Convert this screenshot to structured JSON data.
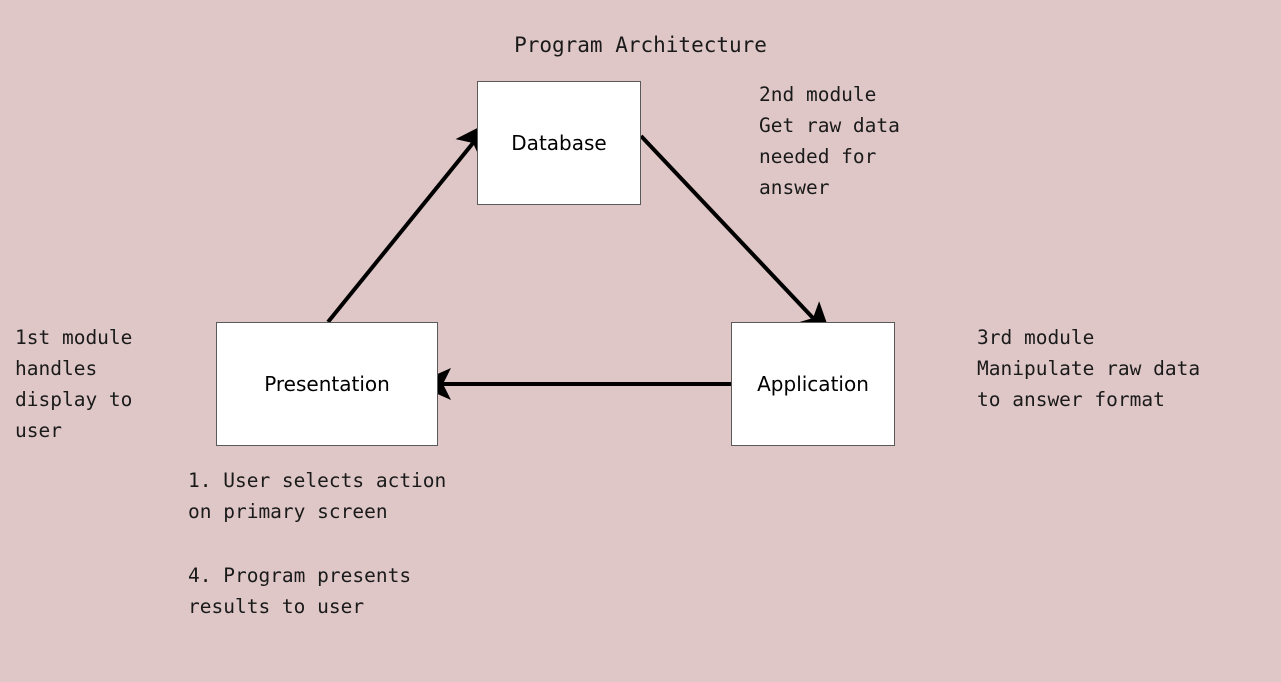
{
  "diagram": {
    "title": "Program Architecture",
    "background_color": "#dfc7c7",
    "node_fill": "#ffffff",
    "node_border": "#5a5a5a",
    "arrow_color": "#000000",
    "nodes": [
      {
        "id": "database",
        "label": "Database"
      },
      {
        "id": "presentation",
        "label": "Presentation"
      },
      {
        "id": "application",
        "label": "Application"
      }
    ],
    "edges": [
      {
        "id": "presentation-to-database",
        "from": "presentation",
        "to": "database"
      },
      {
        "id": "database-to-application",
        "from": "database",
        "to": "application"
      },
      {
        "id": "application-to-presentation",
        "from": "application",
        "to": "presentation"
      }
    ],
    "notes": {
      "module1": "1st module\nhandles\ndisplay to\nuser",
      "module2": "2nd module\nGet raw data\nneeded for\nanswer",
      "module3": "3rd module\nManipulate raw data\nto answer format",
      "step1": "1. User selects action\non primary screen",
      "step4": "4. Program presents\nresults to user"
    }
  }
}
